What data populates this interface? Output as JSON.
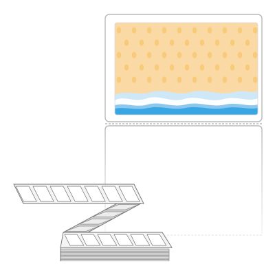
{
  "product": {
    "name": "fanfold-shipping-label-with-beach-print",
    "icons": {
      "label_roll": "label-sheet-icon",
      "fanfold_stack": "fanfold-stack-icon"
    }
  },
  "colors": {
    "background": "#ffffff",
    "label_border": "#b8b8b8",
    "sand": "#fbd9a4",
    "sand_dot": "#f7c873",
    "wave_light": "#cfe8f7",
    "wave_mid": "#8cc8ee",
    "wave_deep": "#39a6e4",
    "foam": "#ffffff",
    "perforation": "#9e9e9e",
    "fold_line": "#6f6f6f",
    "fold_fill": "#f4f4f4",
    "fold_shade": "#cfcfcf"
  },
  "labels": {
    "perforated_count": 2,
    "printed_count": 1
  },
  "fanfold": {
    "top_tiers": 7,
    "middle_tiers": 4,
    "bottom_tiers": 6,
    "stack_layers": 9
  }
}
